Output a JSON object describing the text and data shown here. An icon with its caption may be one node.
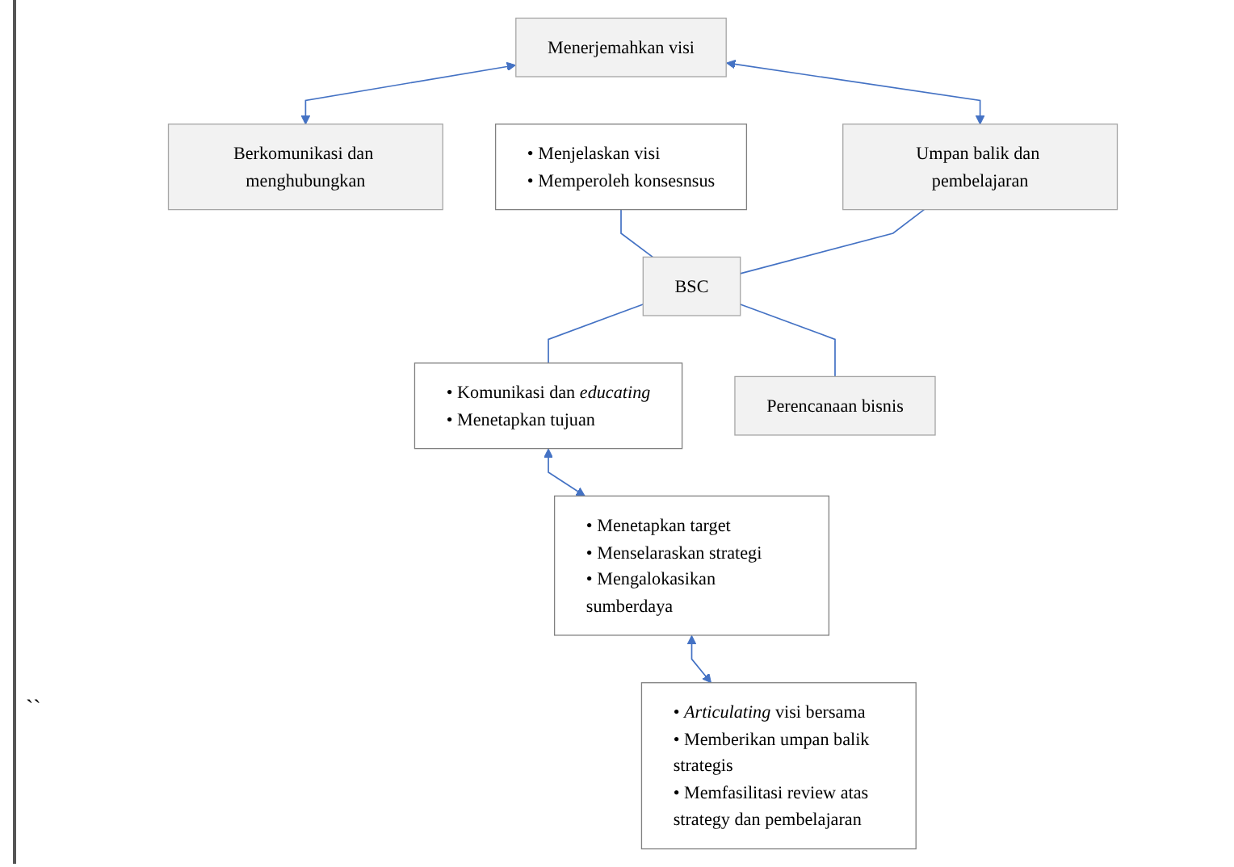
{
  "diagram": {
    "nodes": [
      {
        "text": [
          "Menerjemahkan visi"
        ]
      },
      {
        "text": [
          "• Menjelaskan visi",
          "• Memperoleh konsesnsus"
        ]
      },
      {
        "text": [
          "Berkomunikasi dan menghubungkan"
        ]
      },
      {
        "text": [
          "• Komunikasi dan *educating*",
          "• Menetapkan tujuan"
        ]
      },
      {
        "text": [
          "BSC"
        ]
      },
      {
        "text": [
          "Umpan balik dan pembelajaran"
        ]
      },
      {
        "text": [
          "• *Articulating* visi bersama",
          "• Memberikan umpan balik strategis",
          "• Memfasilitasi review atas strategy dan pembelajaran"
        ]
      },
      {
        "text": [
          "Perencanaan bisnis"
        ]
      },
      {
        "text": [
          "• Menetapkan target",
          "• Menselaraskan strategi",
          "• Mengalokasikan sumberdaya"
        ]
      }
    ],
    "edges": [
      {
        "from": 1,
        "to": 4,
        "arrow": "none"
      },
      {
        "from": 4,
        "to": 3,
        "arrow": "none"
      },
      {
        "from": 5,
        "to": 4,
        "arrow": "none"
      },
      {
        "from": 4,
        "to": 7,
        "arrow": "none"
      },
      {
        "from": 0,
        "to": 2,
        "arrow": "both"
      },
      {
        "from": 0,
        "to": 5,
        "arrow": "both"
      },
      {
        "from": 3,
        "to": 8,
        "arrow": "both"
      },
      {
        "from": 8,
        "to": 6,
        "arrow": "both"
      }
    ],
    "labels": [
      "``"
    ]
  }
}
